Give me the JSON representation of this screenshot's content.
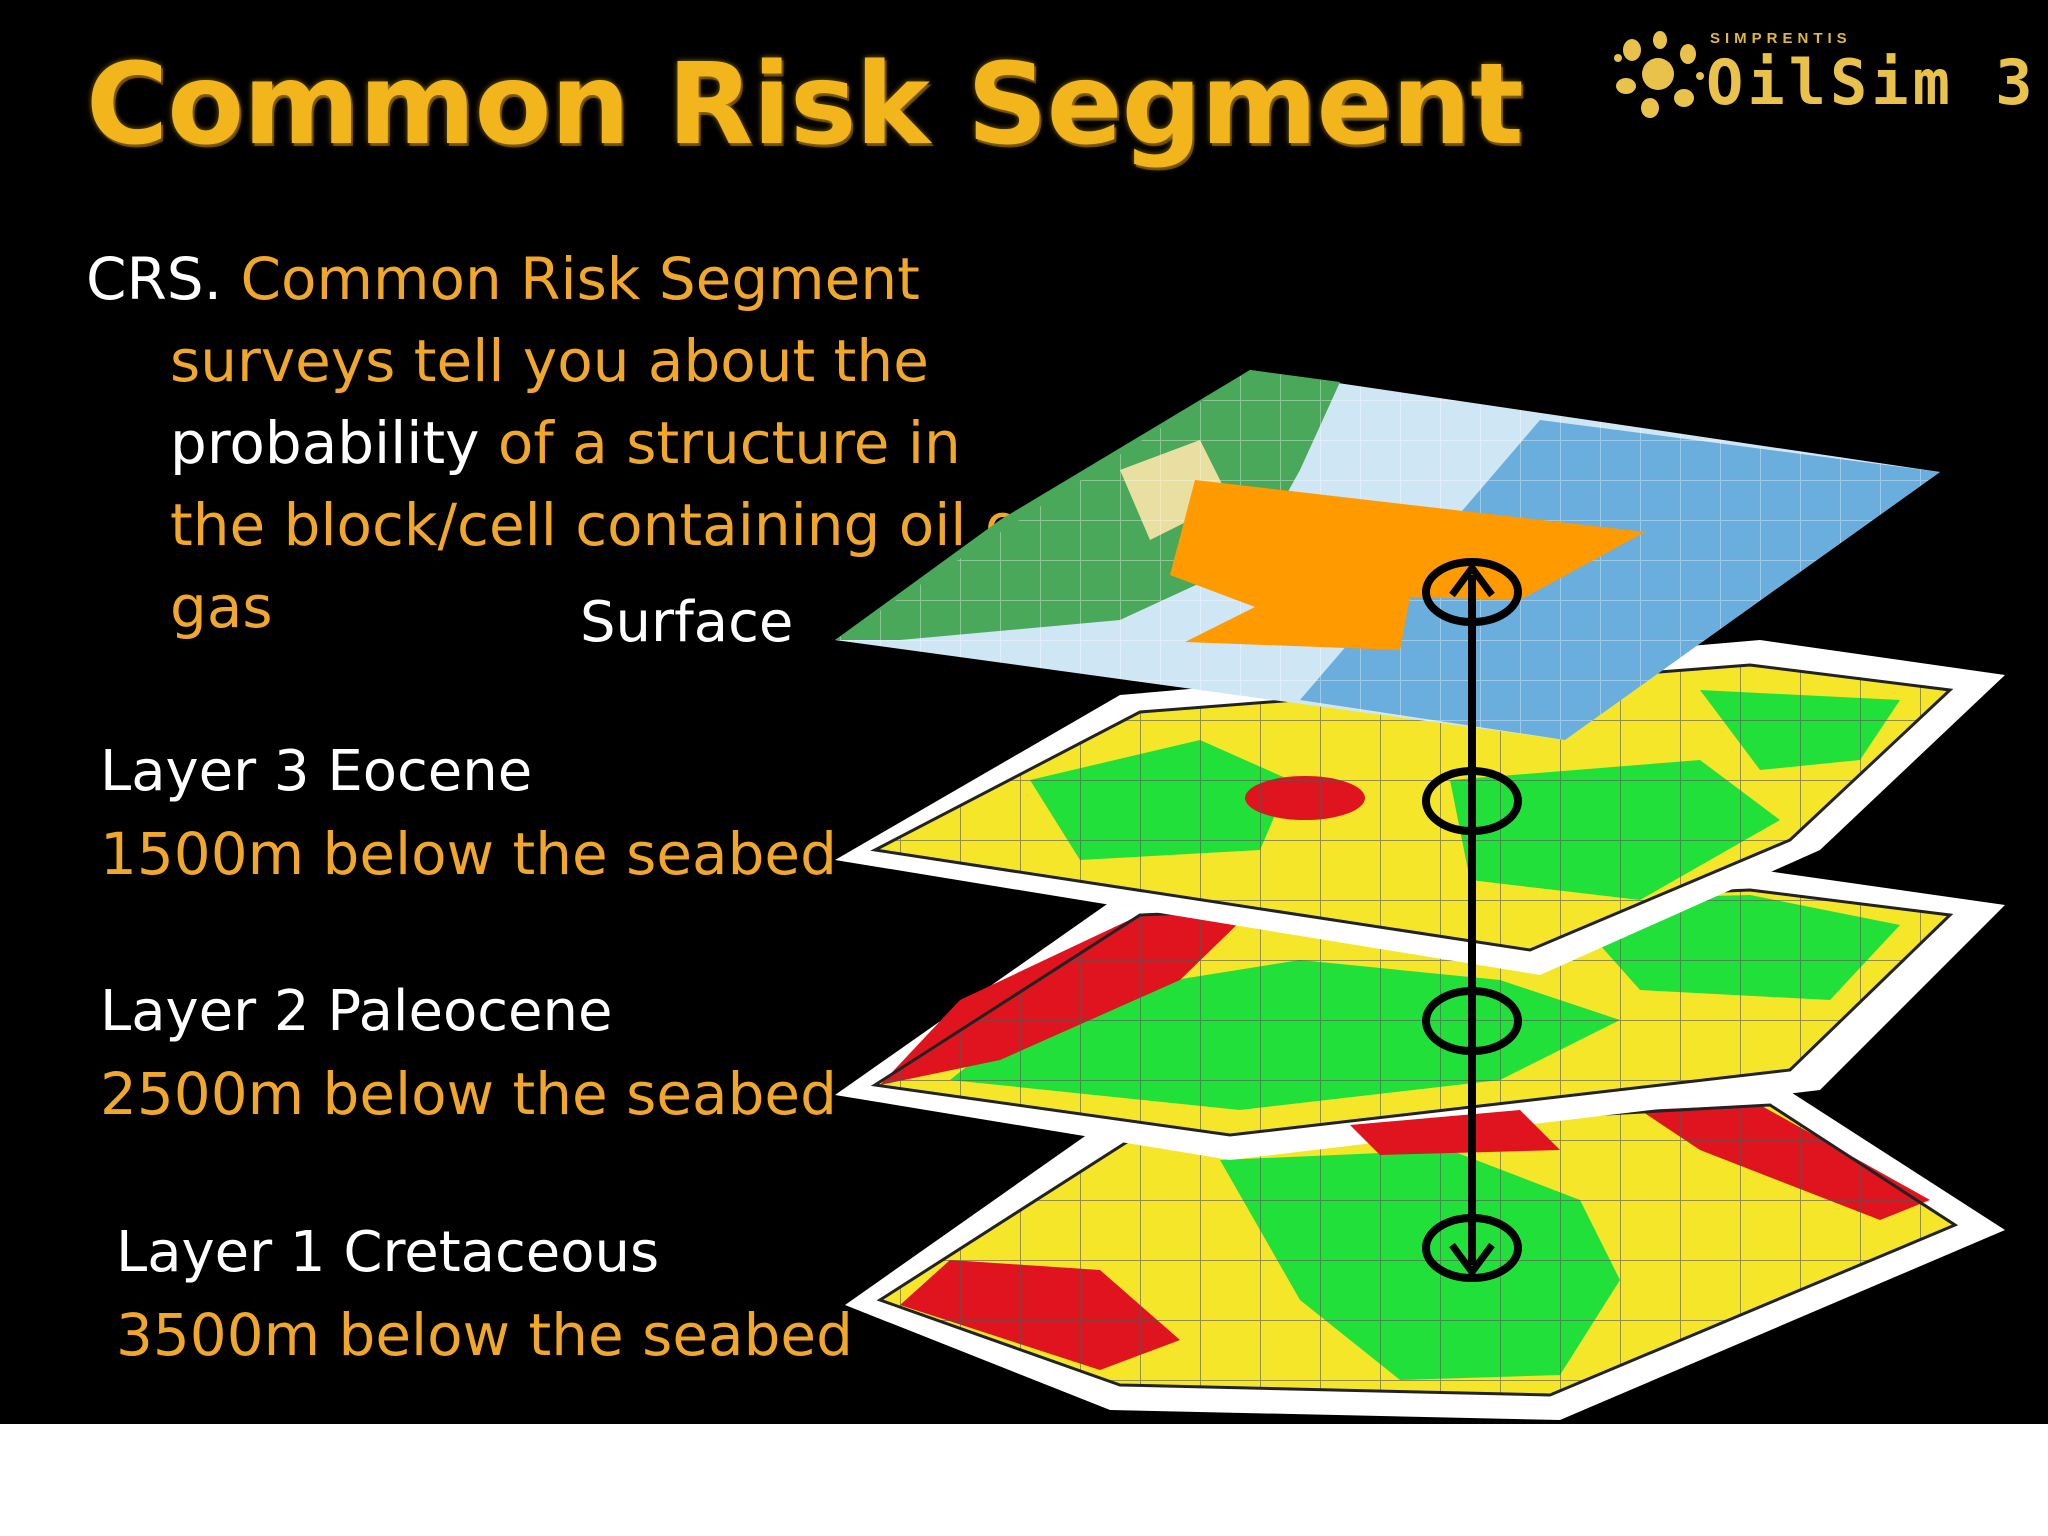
{
  "slide": {
    "title": "Common Risk Segment",
    "logo": {
      "small_text": "SIMPRENTIS",
      "name": "OilSim 3",
      "icon": "starburst-logo-icon"
    },
    "crs_text": {
      "prefix": "CRS. ",
      "part1": "Common Risk Segment surveys tell you about the ",
      "highlight": "probability",
      "part2": " of a structure in the block/cell containing oil or gas"
    },
    "surface_label": "Surface",
    "layers": [
      {
        "name": "Layer 3 Eocene",
        "depth": "1500m below the seabed"
      },
      {
        "name": "Layer 2 Paleocene",
        "depth": "2500m below the seabed"
      },
      {
        "name": "Layer 1 Cretaceous",
        "depth": "3500m below the seabed"
      }
    ]
  },
  "colors": {
    "background": "#000000",
    "title": "#f2b51c",
    "text_orange": "#f0a72a",
    "text_white": "#ffffff",
    "risk_red": "#e0141e",
    "risk_yellow": "#f5e62a",
    "risk_green": "#22e03a",
    "sea": "#6aaedd",
    "land": "#4aa85a",
    "block_highlight": "#ff9a00"
  }
}
